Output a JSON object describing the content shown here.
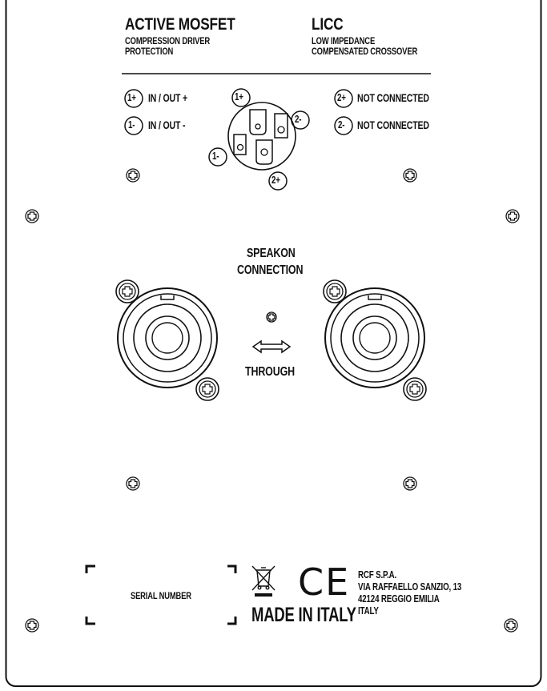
{
  "header": {
    "left_title": "ACTIVE MOSFET",
    "left_sub1": "COMPRESSION DRIVER",
    "left_sub2": "PROTECTION",
    "right_title": "LICC",
    "right_sub1": "LOW IMPEDANCE",
    "right_sub2": "COMPENSATED  CROSSOVER"
  },
  "pinout": {
    "pin1p_badge": "1+",
    "pin1p_label": "IN / OUT +",
    "pin1m_badge": "1-",
    "pin1m_label": "IN / OUT -",
    "pin2p_badge": "2+",
    "pin2p_label": "NOT CONNECTED",
    "pin2m_badge": "2-",
    "pin2m_label": "NOT CONNECTED",
    "conn_1p": "1+",
    "conn_2m": "2-",
    "conn_1m": "1-",
    "conn_2p": "2+"
  },
  "connection": {
    "title1": "SPEAKON",
    "title2": "CONNECTION",
    "through": "THROUGH"
  },
  "footer": {
    "serial_label": "SERIAL NUMBER",
    "ce_mark": "CE",
    "made_in": "MADE IN ITALY",
    "company": "RCF S.P.A.",
    "address1": "VIA RAFFAELLO SANZIO, 13",
    "address2": "42124 REGGIO EMILIA",
    "country": "ITALY"
  },
  "colors": {
    "ink": "#111111",
    "background": "#ffffff"
  }
}
